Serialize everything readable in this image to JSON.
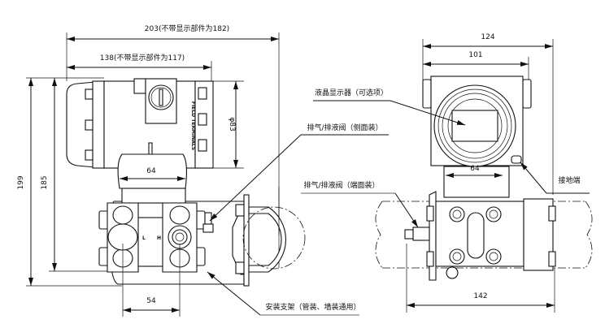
{
  "side_view": {
    "dim_total_width": "203(不带显示部件为182)",
    "dim_housing_width": "138(不带显示部件为117)",
    "dim_total_height": "199",
    "dim_height": "185",
    "dim_diameter": "φ83",
    "dim_neck": "64",
    "dim_flange_spacing": "54",
    "housing_text": "FIELD TERMINALS",
    "low_side": "L",
    "high_side": "H",
    "label_side_vent": "排气/排液阀（侧面装）",
    "label_bracket": "安装支架（管装、墙装通用）"
  },
  "front_view": {
    "dim_total_width": "124",
    "dim_housing_width": "101",
    "dim_neck": "64",
    "dim_bottom": "142",
    "label_lcd": "液晶显示器（可选项）",
    "label_ground": "接地端",
    "label_end_vent": "排气/排液阀（端面装）"
  }
}
